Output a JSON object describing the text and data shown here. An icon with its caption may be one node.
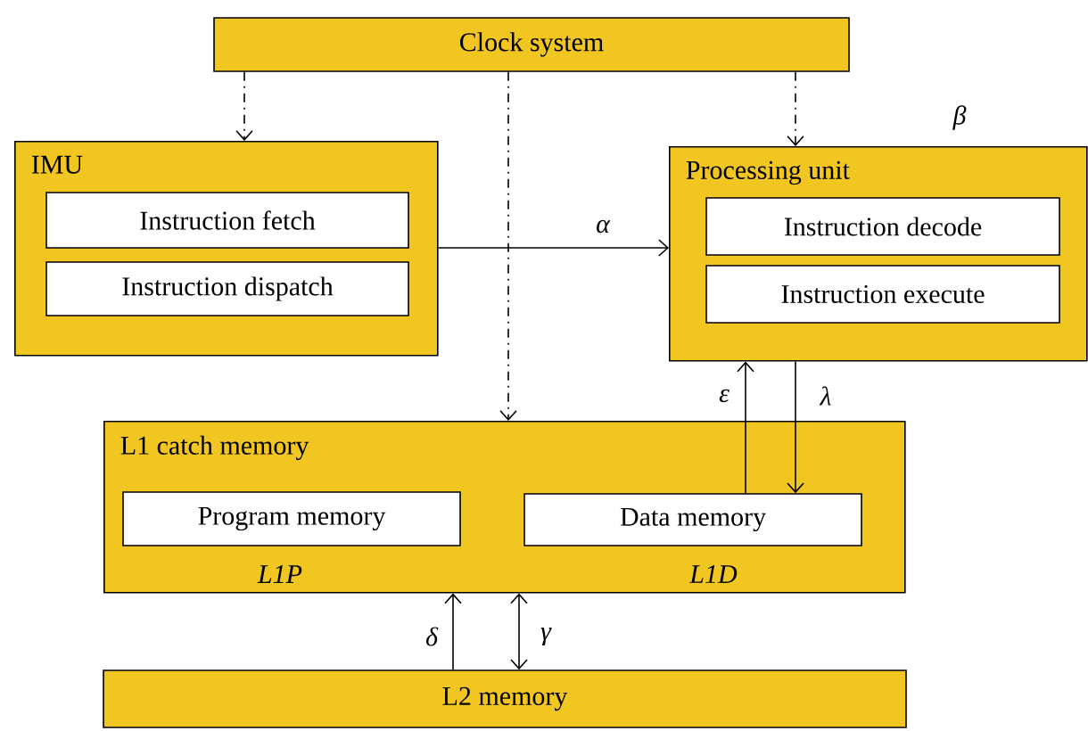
{
  "diagram": {
    "nodes": [
      {
        "text": [
          "Clock system"
        ]
      },
      {
        "text": [
          "IMU"
        ]
      },
      {
        "text": [
          "Instruction fetch"
        ],
        "in": 1
      },
      {
        "text": [
          "Instruction dispatch"
        ],
        "in": 1
      },
      {
        "text": [
          "Processing unit"
        ],
        "beside": [
          "β"
        ]
      },
      {
        "text": [
          "Instruction decode"
        ],
        "in": 4
      },
      {
        "text": [
          "Instruction execute"
        ],
        "in": 4
      },
      {
        "text": [
          "L1 catch memory"
        ]
      },
      {
        "text": [
          "Program memory"
        ],
        "in": 7,
        "beside": [
          "L1P"
        ]
      },
      {
        "text": [
          "Data memory"
        ],
        "in": 7,
        "beside": [
          "L1D"
        ]
      },
      {
        "text": [
          "L2 memory"
        ]
      }
    ],
    "edges": [
      {
        "from": 0,
        "to": 1,
        "arrow": "to",
        "style": "dashed"
      },
      {
        "from": 0,
        "to": 7,
        "arrow": "to",
        "style": "dashed"
      },
      {
        "from": 0,
        "to": 4,
        "arrow": "to",
        "style": "dashed"
      },
      {
        "from": 1,
        "to": 4,
        "arrow": "to",
        "label": "α"
      },
      {
        "from": 9,
        "to": 4,
        "arrow": "to",
        "label": "ε"
      },
      {
        "from": 4,
        "to": 9,
        "arrow": "to",
        "label": "λ"
      },
      {
        "from": 10,
        "to": 7,
        "arrow": "to",
        "label": "δ"
      },
      {
        "from": 10,
        "to": 7,
        "arrow": "both",
        "label": "γ"
      }
    ]
  }
}
